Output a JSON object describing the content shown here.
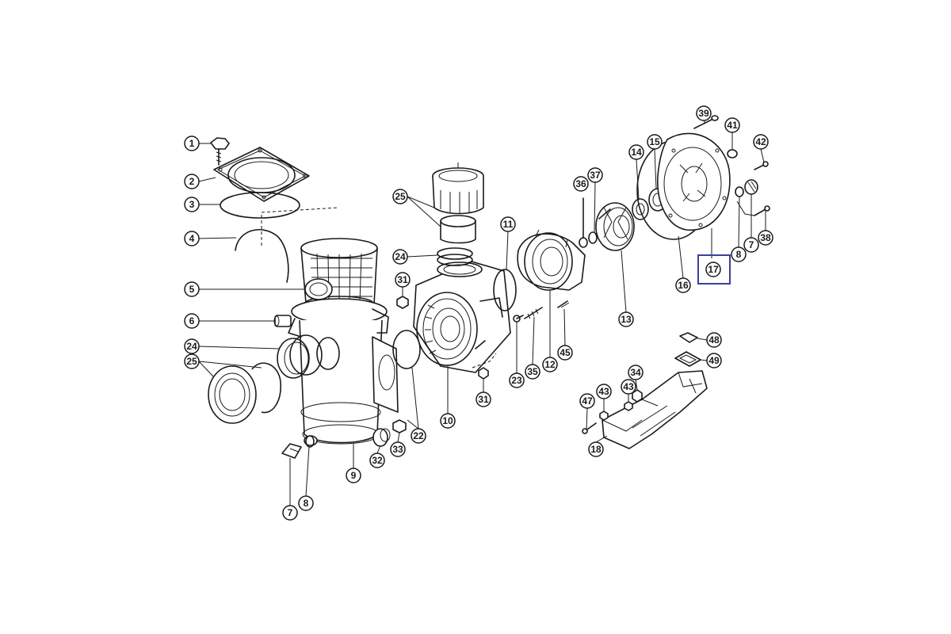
{
  "callouts": [
    {
      "id": "c1",
      "label": "1"
    },
    {
      "id": "c2",
      "label": "2"
    },
    {
      "id": "c3",
      "label": "3"
    },
    {
      "id": "c4",
      "label": "4"
    },
    {
      "id": "c5",
      "label": "5"
    },
    {
      "id": "c6",
      "label": "6"
    },
    {
      "id": "c24a",
      "label": "24"
    },
    {
      "id": "c25a",
      "label": "25"
    },
    {
      "id": "c7a",
      "label": "7"
    },
    {
      "id": "c8a",
      "label": "8"
    },
    {
      "id": "c9",
      "label": "9"
    },
    {
      "id": "c32",
      "label": "32"
    },
    {
      "id": "c33",
      "label": "33"
    },
    {
      "id": "c22",
      "label": "22"
    },
    {
      "id": "c25b",
      "label": "25"
    },
    {
      "id": "c24b",
      "label": "24"
    },
    {
      "id": "c31a",
      "label": "31"
    },
    {
      "id": "c10",
      "label": "10"
    },
    {
      "id": "c31b",
      "label": "31"
    },
    {
      "id": "c11",
      "label": "11"
    },
    {
      "id": "c23",
      "label": "23"
    },
    {
      "id": "c35",
      "label": "35"
    },
    {
      "id": "c12",
      "label": "12"
    },
    {
      "id": "c45",
      "label": "45"
    },
    {
      "id": "c36",
      "label": "36"
    },
    {
      "id": "c37",
      "label": "37"
    },
    {
      "id": "c13",
      "label": "13"
    },
    {
      "id": "c14",
      "label": "14"
    },
    {
      "id": "c15",
      "label": "15"
    },
    {
      "id": "c16",
      "label": "16"
    },
    {
      "id": "c39",
      "label": "39"
    },
    {
      "id": "c41",
      "label": "41"
    },
    {
      "id": "c42",
      "label": "42"
    },
    {
      "id": "c8b",
      "label": "8"
    },
    {
      "id": "c7b",
      "label": "7"
    },
    {
      "id": "c38",
      "label": "38"
    },
    {
      "id": "c17",
      "label": "17"
    },
    {
      "id": "c48",
      "label": "48"
    },
    {
      "id": "c49",
      "label": "49"
    },
    {
      "id": "c34",
      "label": "34"
    },
    {
      "id": "c47",
      "label": "47"
    },
    {
      "id": "c43a",
      "label": "43"
    },
    {
      "id": "c43b",
      "label": "43"
    },
    {
      "id": "c18",
      "label": "18"
    }
  ],
  "highlight": {
    "part": "17",
    "color": "#3b3f9c"
  }
}
